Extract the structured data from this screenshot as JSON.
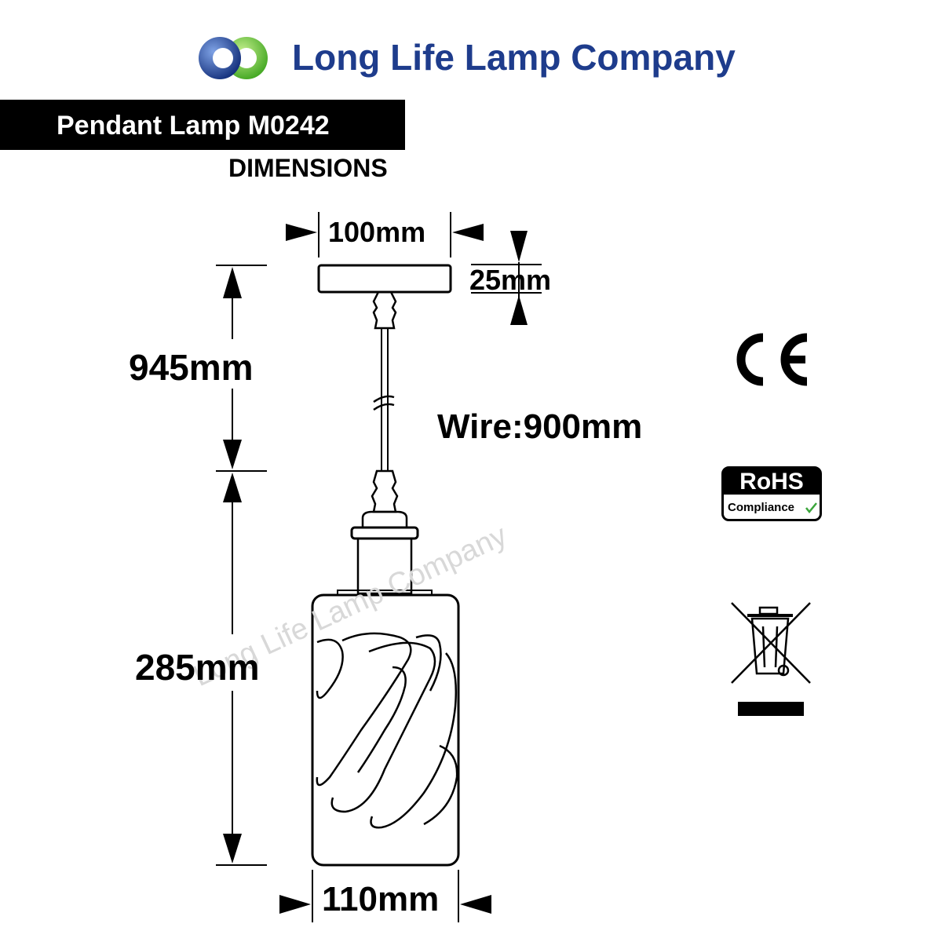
{
  "header": {
    "company_name": "Long Life Lamp Company",
    "logo_colors": [
      "#1e3c8c",
      "#6cc93a"
    ]
  },
  "product": {
    "title": "Pendant Lamp M0242",
    "section_label": "DIMENSIONS"
  },
  "dimensions": {
    "canopy_width": "100mm",
    "canopy_height": "25mm",
    "total_height": "945mm",
    "wire_length": "Wire:900mm",
    "shade_height": "285mm",
    "shade_width": "110mm"
  },
  "watermark": "Long Life Lamp Company",
  "certifications": {
    "ce": "CE",
    "rohs_title": "RoHS",
    "rohs_subtitle": "Compliance",
    "weee": "weee-bin-icon"
  }
}
